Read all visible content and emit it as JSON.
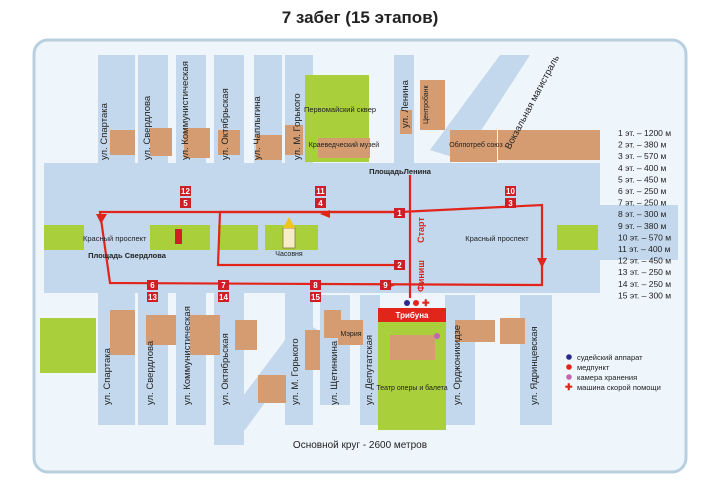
{
  "title": "7 забег (15 этапов)",
  "footer": "Основной круг - 2600 метров",
  "colors": {
    "frame_border": "#b8cfe0",
    "frame_fill": "#eef5fb",
    "street": "#c3d8ec",
    "building": "#d49c70",
    "park": "#a9cf3b",
    "route": "#e1251b",
    "num_box": "#cf1e26"
  },
  "streets_top": [
    "ул. Спартака",
    "ул. Свердлова",
    "ул. Коммунистическая",
    "ул. Октябрьская",
    "ул. Чаплыгина",
    "ул. М. Горького",
    "ул. Ленина",
    "Вокзальная магистраль"
  ],
  "streets_bottom": [
    "ул. Спартака",
    "ул. Свердлова",
    "ул. Коммунистическая",
    "ул. Октябрьская",
    "ул. М. Горького",
    "ул. Щетинкина",
    "ул. Депутатская",
    "ул. Орджоникидзе",
    "ул. Ядринцевская"
  ],
  "places": {
    "pervomaisky": "Первомайский сквер",
    "museum": "Краеведческий музей",
    "centrobank": "Центробанк",
    "oblpotreb": "Облпотреб союз",
    "ploshchad_lenina": "ПлощадьЛенина",
    "krasny_left": "Красный проспект",
    "krasny_right": "Красный проспект",
    "ploshchad_sverdlova": "Площадь Свердлова",
    "chasovnya": "Часовня",
    "meria": "Мэрия",
    "tribuna": "Трибуна",
    "theatre": "Театр оперы и балета",
    "start": "Старт",
    "finish": "Финиш"
  },
  "stage_numbers": [
    "1",
    "2",
    "3",
    "4",
    "5",
    "6",
    "7",
    "8",
    "9",
    "10",
    "11",
    "12",
    "13",
    "14",
    "15"
  ],
  "stages": [
    "1 эт. – 1200 м",
    "2 эт. – 380 м",
    "3 эт. – 570 м",
    "4 эт. – 400 м",
    "5 эт. – 450 м",
    "6 эт. – 250 м",
    "7 эт. – 250 м",
    "8 эт. – 300 м",
    "9 эт. – 380 м",
    "10 эт. – 570 м",
    "11 эт. – 400 м",
    "12 эт. – 450 м",
    "13 эт. – 250 м",
    "14 эт. – 250 м",
    "15 эт. – 300 м"
  ],
  "legend": [
    {
      "label": "судейский аппарат",
      "color": "#2a2a8c",
      "icon": "dot"
    },
    {
      "label": "медпункт",
      "color": "#e1251b",
      "icon": "dot"
    },
    {
      "label": "камера хранения",
      "color": "#c266b0",
      "icon": "dot"
    },
    {
      "label": "машина скорой помощи",
      "color": "#e1251b",
      "icon": "cross"
    }
  ]
}
